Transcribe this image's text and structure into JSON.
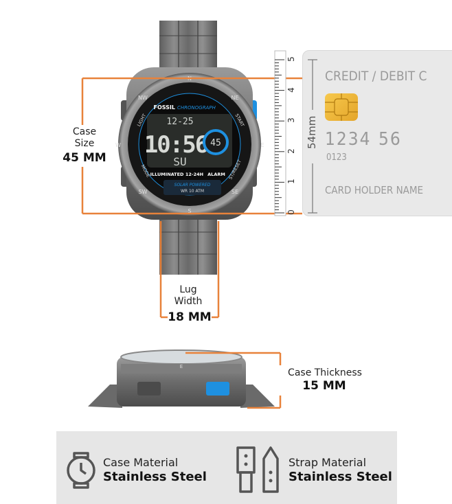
{
  "dimensions": {
    "case_size": {
      "caption": "Case\nSize",
      "value": "45 MM"
    },
    "lug_width": {
      "caption": "Lug\nWidth",
      "value": "18 MM"
    },
    "case_thickness": {
      "caption": "Case Thickness",
      "value": "15 MM"
    }
  },
  "ruler": {
    "marks": [
      "5",
      "4",
      "3",
      "2",
      "1",
      "0"
    ],
    "label": "54mm"
  },
  "card": {
    "title": "CREDIT / DEBIT C",
    "number_left": "1234",
    "number_right": "56",
    "sub_number": "0123",
    "holder": "CARD HOLDER NAME"
  },
  "watch": {
    "brand": "FOSSIL",
    "subtitle": "CHRONOGRAPH",
    "time_top": "12-25",
    "time_main": "10:56",
    "seconds": "45",
    "day": "SU",
    "label_left": "ILLUMINATED",
    "label_mid": "12-24H",
    "label_right": "ALARM",
    "solar": "SOLAR POWERED",
    "wr": "WR 10 ATM",
    "btn_light": "LIGHT",
    "btn_start": "START",
    "btn_mode": "MODE",
    "btn_stop": "ST/RESET",
    "bezel": [
      "N",
      "NE",
      "E",
      "SE",
      "S",
      "SW",
      "W",
      "NW"
    ]
  },
  "footer": {
    "case_material": {
      "label": "Case Material",
      "value": "Stainless Steel",
      "icon": "watch-icon"
    },
    "strap_material": {
      "label": "Strap Material",
      "value": "Stainless Steel",
      "icon": "strap-icon"
    }
  },
  "colors": {
    "accent": "#e8823a",
    "watch_blue": "#1e90e0",
    "card": "#e9e9e9"
  }
}
